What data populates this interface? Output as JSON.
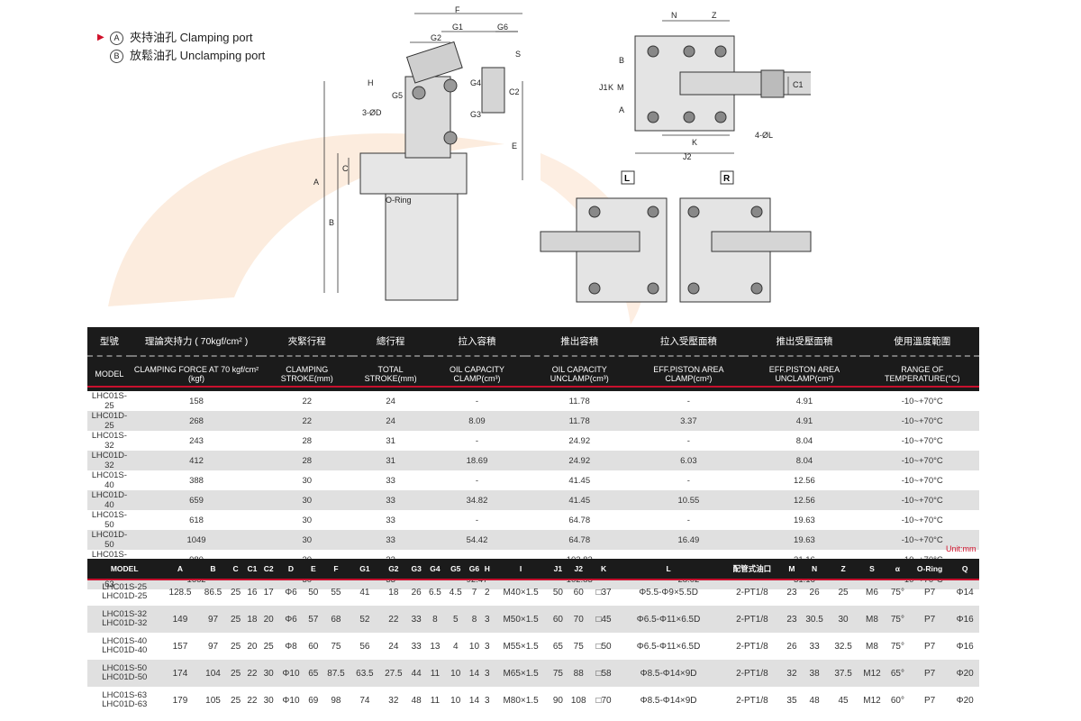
{
  "legend": {
    "a_mark": "A",
    "a_text": "夾持油孔 Clamping port",
    "b_mark": "B",
    "b_text": "放鬆油孔 Unclamping port"
  },
  "drawing_labels": {
    "side": [
      "F",
      "G1",
      "G2",
      "G6",
      "S",
      "H",
      "G5",
      "G4",
      "C2",
      "G3",
      "3-ØD",
      "E",
      "C",
      "A",
      "B",
      "O-Ring"
    ],
    "top": [
      "N",
      "Z",
      "B",
      "J1",
      "K",
      "M",
      "A",
      "C1",
      "4-ØL",
      "K",
      "J2"
    ],
    "variants": [
      "L",
      "R"
    ]
  },
  "table1": {
    "header_cn": [
      "型號",
      "理論夾持力 ( 70kgf/cm² )",
      "夾緊行程",
      "總行程",
      "拉入容積",
      "推出容積",
      "拉入受壓面積",
      "推出受壓面積",
      "使用溫度範圍"
    ],
    "header_en": [
      "MODEL",
      "CLAMPING FORCE AT 70 kgf/cm² (kgf)",
      "CLAMPING STROKE(mm)",
      "TOTAL STROKE(mm)",
      "OIL CAPACITY CLAMP(cm³)",
      "OIL CAPACITY UNCLAMP(cm³)",
      "EFF.PISTON AREA CLAMP(cm²)",
      "EFF.PISTON AREA UNCLAMP(cm²)",
      "RANGE OF TEMPERATURE(°C)"
    ],
    "rows": [
      [
        "LHC01S-25",
        "158",
        "22",
        "24",
        "-",
        "11.78",
        "-",
        "4.91",
        "-10~+70°C"
      ],
      [
        "LHC01D-25",
        "268",
        "22",
        "24",
        "8.09",
        "11.78",
        "3.37",
        "4.91",
        "-10~+70°C"
      ],
      [
        "LHC01S-32",
        "243",
        "28",
        "31",
        "-",
        "24.92",
        "-",
        "8.04",
        "-10~+70°C"
      ],
      [
        "LHC01D-32",
        "412",
        "28",
        "31",
        "18.69",
        "24.92",
        "6.03",
        "8.04",
        "-10~+70°C"
      ],
      [
        "LHC01S-40",
        "388",
        "30",
        "33",
        "-",
        "41.45",
        "-",
        "12.56",
        "-10~+70°C"
      ],
      [
        "LHC01D-40",
        "659",
        "30",
        "33",
        "34.82",
        "41.45",
        "10.55",
        "12.56",
        "-10~+70°C"
      ],
      [
        "LHC01S-50",
        "618",
        "30",
        "33",
        "-",
        "64.78",
        "-",
        "19.63",
        "-10~+70°C"
      ],
      [
        "LHC01D-50",
        "1049",
        "30",
        "33",
        "54.42",
        "64.78",
        "16.49",
        "19.63",
        "-10~+70°C"
      ],
      [
        "LHC01S-63",
        "980",
        "30",
        "33",
        "-",
        "102.83",
        "-",
        "31.16",
        "-10~+70°C"
      ],
      [
        "LHC01D-63",
        "1662",
        "30",
        "33",
        "92.47",
        "102.83",
        "28.02",
        "31.16",
        "-10~+70°C"
      ]
    ]
  },
  "unit_label": "Unit:mm",
  "table2": {
    "headers": [
      "MODEL",
      "A",
      "B",
      "C",
      "C1",
      "C2",
      "D",
      "E",
      "F",
      "G1",
      "G2",
      "G3",
      "G4",
      "G5",
      "G6",
      "H",
      "I",
      "J1",
      "J2",
      "K",
      "L",
      "配管式油口",
      "M",
      "N",
      "Z",
      "S",
      "α",
      "O-Ring",
      "Q"
    ],
    "rows": [
      [
        "LHC01S-25",
        "LHC01D-25",
        "128.5",
        "86.5",
        "25",
        "16",
        "17",
        "Φ6",
        "50",
        "55",
        "41",
        "18",
        "26",
        "6.5",
        "4.5",
        "7",
        "2",
        "M40×1.5",
        "50",
        "60",
        "□37",
        "Φ5.5-Φ9×5.5D",
        "2-PT1/8",
        "23",
        "26",
        "25",
        "M6",
        "75°",
        "P7",
        "Φ14"
      ],
      [
        "LHC01S-32",
        "LHC01D-32",
        "149",
        "97",
        "25",
        "18",
        "20",
        "Φ6",
        "57",
        "68",
        "52",
        "22",
        "33",
        "8",
        "5",
        "8",
        "3",
        "M50×1.5",
        "60",
        "70",
        "□45",
        "Φ6.5-Φ11×6.5D",
        "2-PT1/8",
        "23",
        "30.5",
        "30",
        "M8",
        "75°",
        "P7",
        "Φ16"
      ],
      [
        "LHC01S-40",
        "LHC01D-40",
        "157",
        "97",
        "25",
        "20",
        "25",
        "Φ8",
        "60",
        "75",
        "56",
        "24",
        "33",
        "13",
        "4",
        "10",
        "3",
        "M55×1.5",
        "65",
        "75",
        "□50",
        "Φ6.5-Φ11×6.5D",
        "2-PT1/8",
        "26",
        "33",
        "32.5",
        "M8",
        "75°",
        "P7",
        "Φ16"
      ],
      [
        "LHC01S-50",
        "LHC01D-50",
        "174",
        "104",
        "25",
        "22",
        "30",
        "Φ10",
        "65",
        "87.5",
        "63.5",
        "27.5",
        "44",
        "11",
        "10",
        "14",
        "3",
        "M65×1.5",
        "75",
        "88",
        "□58",
        "Φ8.5-Φ14×9D",
        "2-PT1/8",
        "32",
        "38",
        "37.5",
        "M12",
        "65°",
        "P7",
        "Φ20"
      ],
      [
        "LHC01S-63",
        "LHC01D-63",
        "179",
        "105",
        "25",
        "22",
        "30",
        "Φ10",
        "69",
        "98",
        "74",
        "32",
        "48",
        "11",
        "10",
        "14",
        "3",
        "M80×1.5",
        "90",
        "108",
        "□70",
        "Φ8.5-Φ14×9D",
        "2-PT1/8",
        "35",
        "48",
        "45",
        "M12",
        "60°",
        "P7",
        "Φ20"
      ]
    ]
  }
}
